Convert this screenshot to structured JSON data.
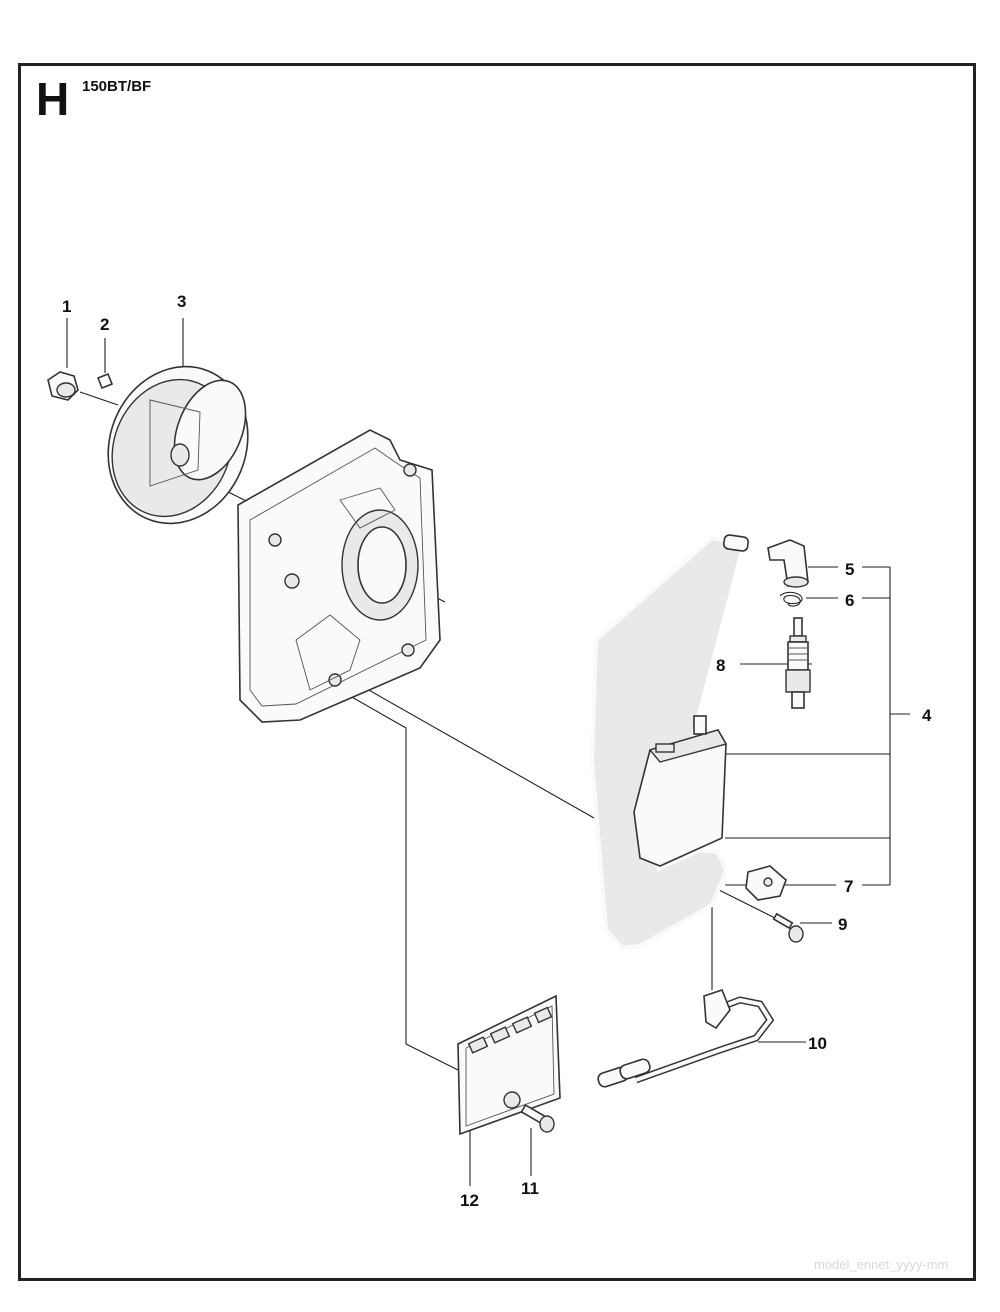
{
  "header": {
    "section_letter": "H",
    "model": "150BT/BF"
  },
  "callouts": [
    {
      "id": "1",
      "part": "nut"
    },
    {
      "id": "2",
      "part": "key"
    },
    {
      "id": "3",
      "part": "flywheel"
    },
    {
      "id": "4",
      "part": "ignition-module-kit"
    },
    {
      "id": "5",
      "part": "spark-plug-cap"
    },
    {
      "id": "6",
      "part": "spring"
    },
    {
      "id": "7",
      "part": "cable-clip"
    },
    {
      "id": "8",
      "part": "spark-plug"
    },
    {
      "id": "9",
      "part": "screw"
    },
    {
      "id": "10",
      "part": "short-circuit-cable"
    },
    {
      "id": "11",
      "part": "screw"
    },
    {
      "id": "12",
      "part": "cover-plate"
    }
  ],
  "watermark": "model_ennet_yyyy-mm"
}
